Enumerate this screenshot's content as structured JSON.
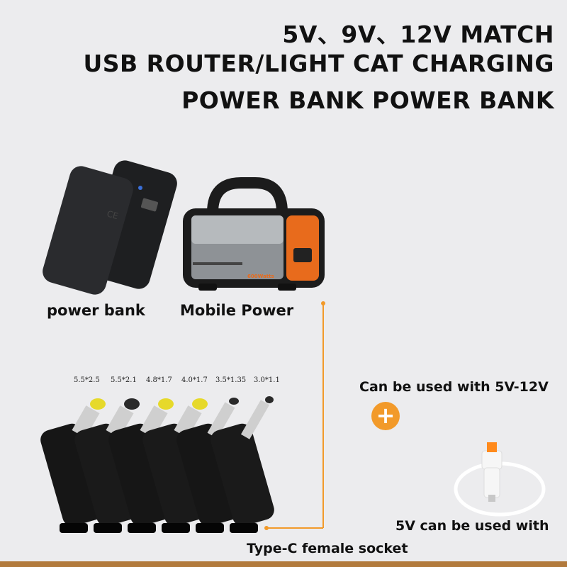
{
  "headline": {
    "line1": "5V、9V、12V MATCH",
    "line2": "USB ROUTER/LIGHT CAT CHARGING",
    "line3": "POWER BANK POWER BANK"
  },
  "products": {
    "power_bank_label": "power bank",
    "mobile_power_label": "Mobile Power",
    "mobile_power_badge": "600Watts"
  },
  "connectors": {
    "sizes": [
      "5.5*2.5",
      "5.5*2.1",
      "4.8*1.7",
      "4.0*1.7",
      "3.5*1.35",
      "3.0*1.1"
    ],
    "socket_label": "Type-C female socket"
  },
  "compat": {
    "range_label": "Can be used with 5V-12V",
    "plus_symbol": "+",
    "cable_label": "5V can be used with"
  },
  "colors": {
    "accent": "#f29a2a",
    "background": "#ececee",
    "tip_yellow": "#e6d92a"
  }
}
